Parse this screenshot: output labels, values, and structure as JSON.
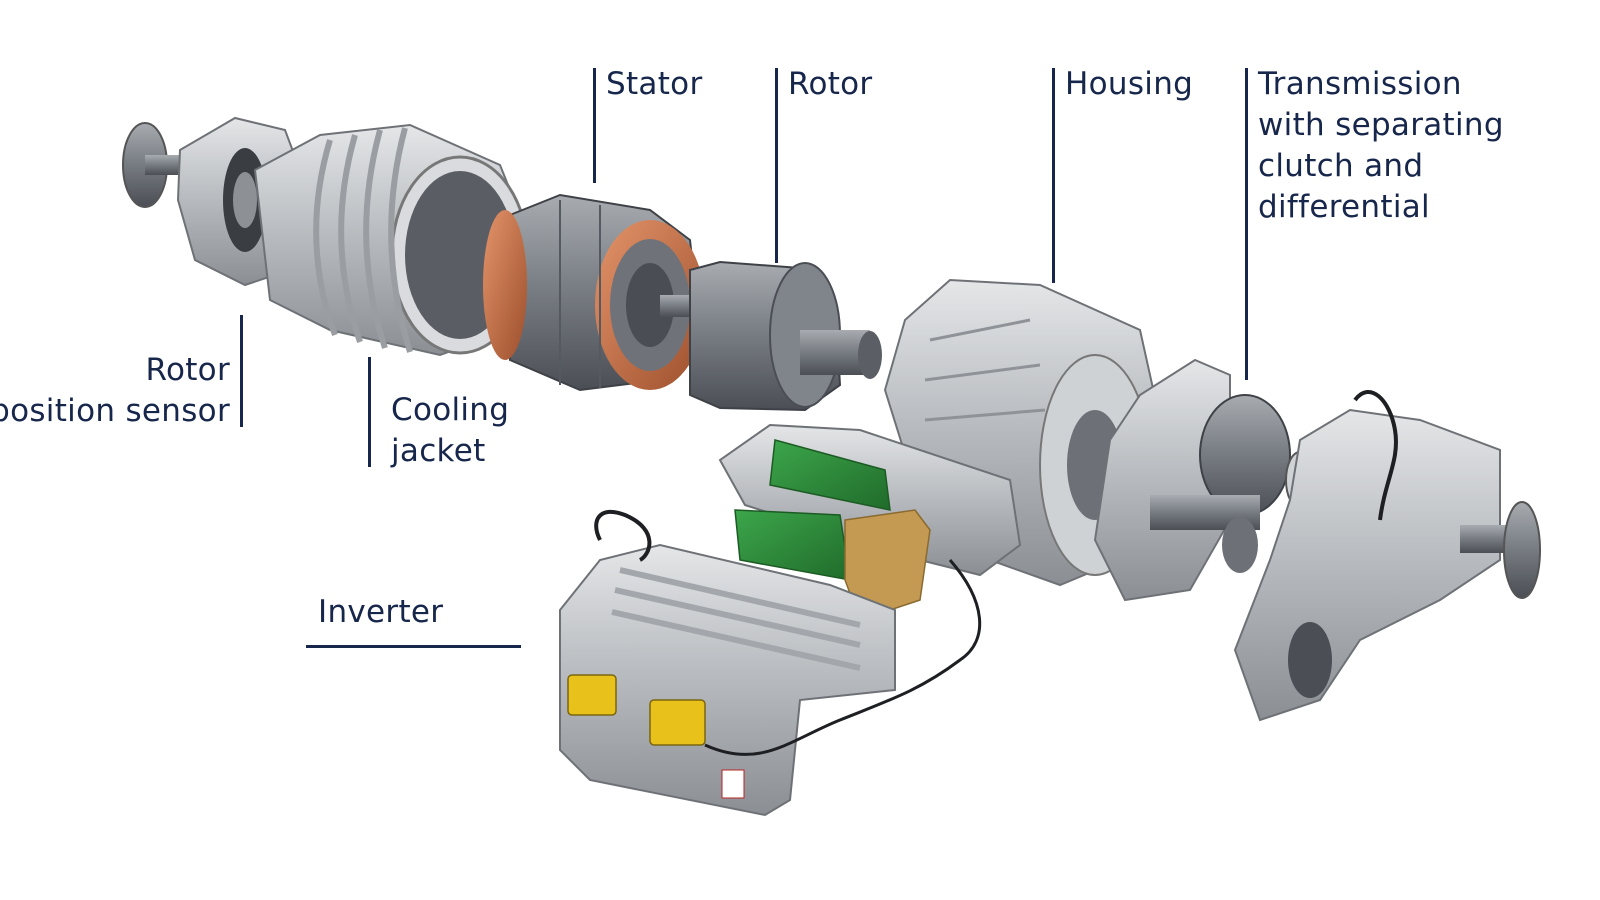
{
  "labels": {
    "stator": "Stator",
    "rotor": "Rotor",
    "housing": "Housing",
    "transmission": "Transmission\nwith separating\nclutch and\ndifferential",
    "rotor_position_sensor": "Rotor\nposition sensor",
    "cooling_jacket": "Cooling\njacket",
    "inverter": "Inverter"
  },
  "colors": {
    "label_text": "#17264b",
    "leader_line": "#17264b",
    "background": "#ffffff",
    "aluminum": "#b9bcc0",
    "steel": "#8d9196",
    "copper": "#c8734a",
    "pcb_green": "#2f8a3a",
    "connector_yellow": "#e8c21a"
  }
}
